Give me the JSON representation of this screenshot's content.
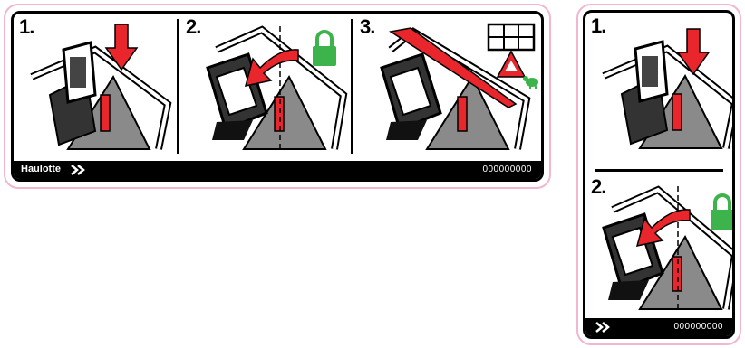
{
  "decal_horizontal": {
    "steps": [
      {
        "number": "1."
      },
      {
        "number": "2."
      },
      {
        "number": "3."
      }
    ],
    "footer": {
      "brand": "Haulotte",
      "code": "000000000"
    }
  },
  "decal_vertical": {
    "steps": [
      {
        "number": "1."
      },
      {
        "number": "2."
      }
    ],
    "footer": {
      "code": "000000000"
    }
  },
  "colors": {
    "accent_red": "#e8262b",
    "lock_green": "#3cb44b",
    "outline_pink": "#f2b6cf",
    "ink": "#000000",
    "machine_gray": "#8a8a8a"
  },
  "icons": {
    "arrow_down": "red-down-arrow-icon",
    "arrow_curved": "red-curved-arrow-icon",
    "padlock": "green-padlock-icon",
    "warning_triangle": "red-warning-triangle-icon",
    "turtle": "green-turtle-icon",
    "control_panel": "control-panel-icon",
    "chevrons": "double-chevron-icon"
  }
}
